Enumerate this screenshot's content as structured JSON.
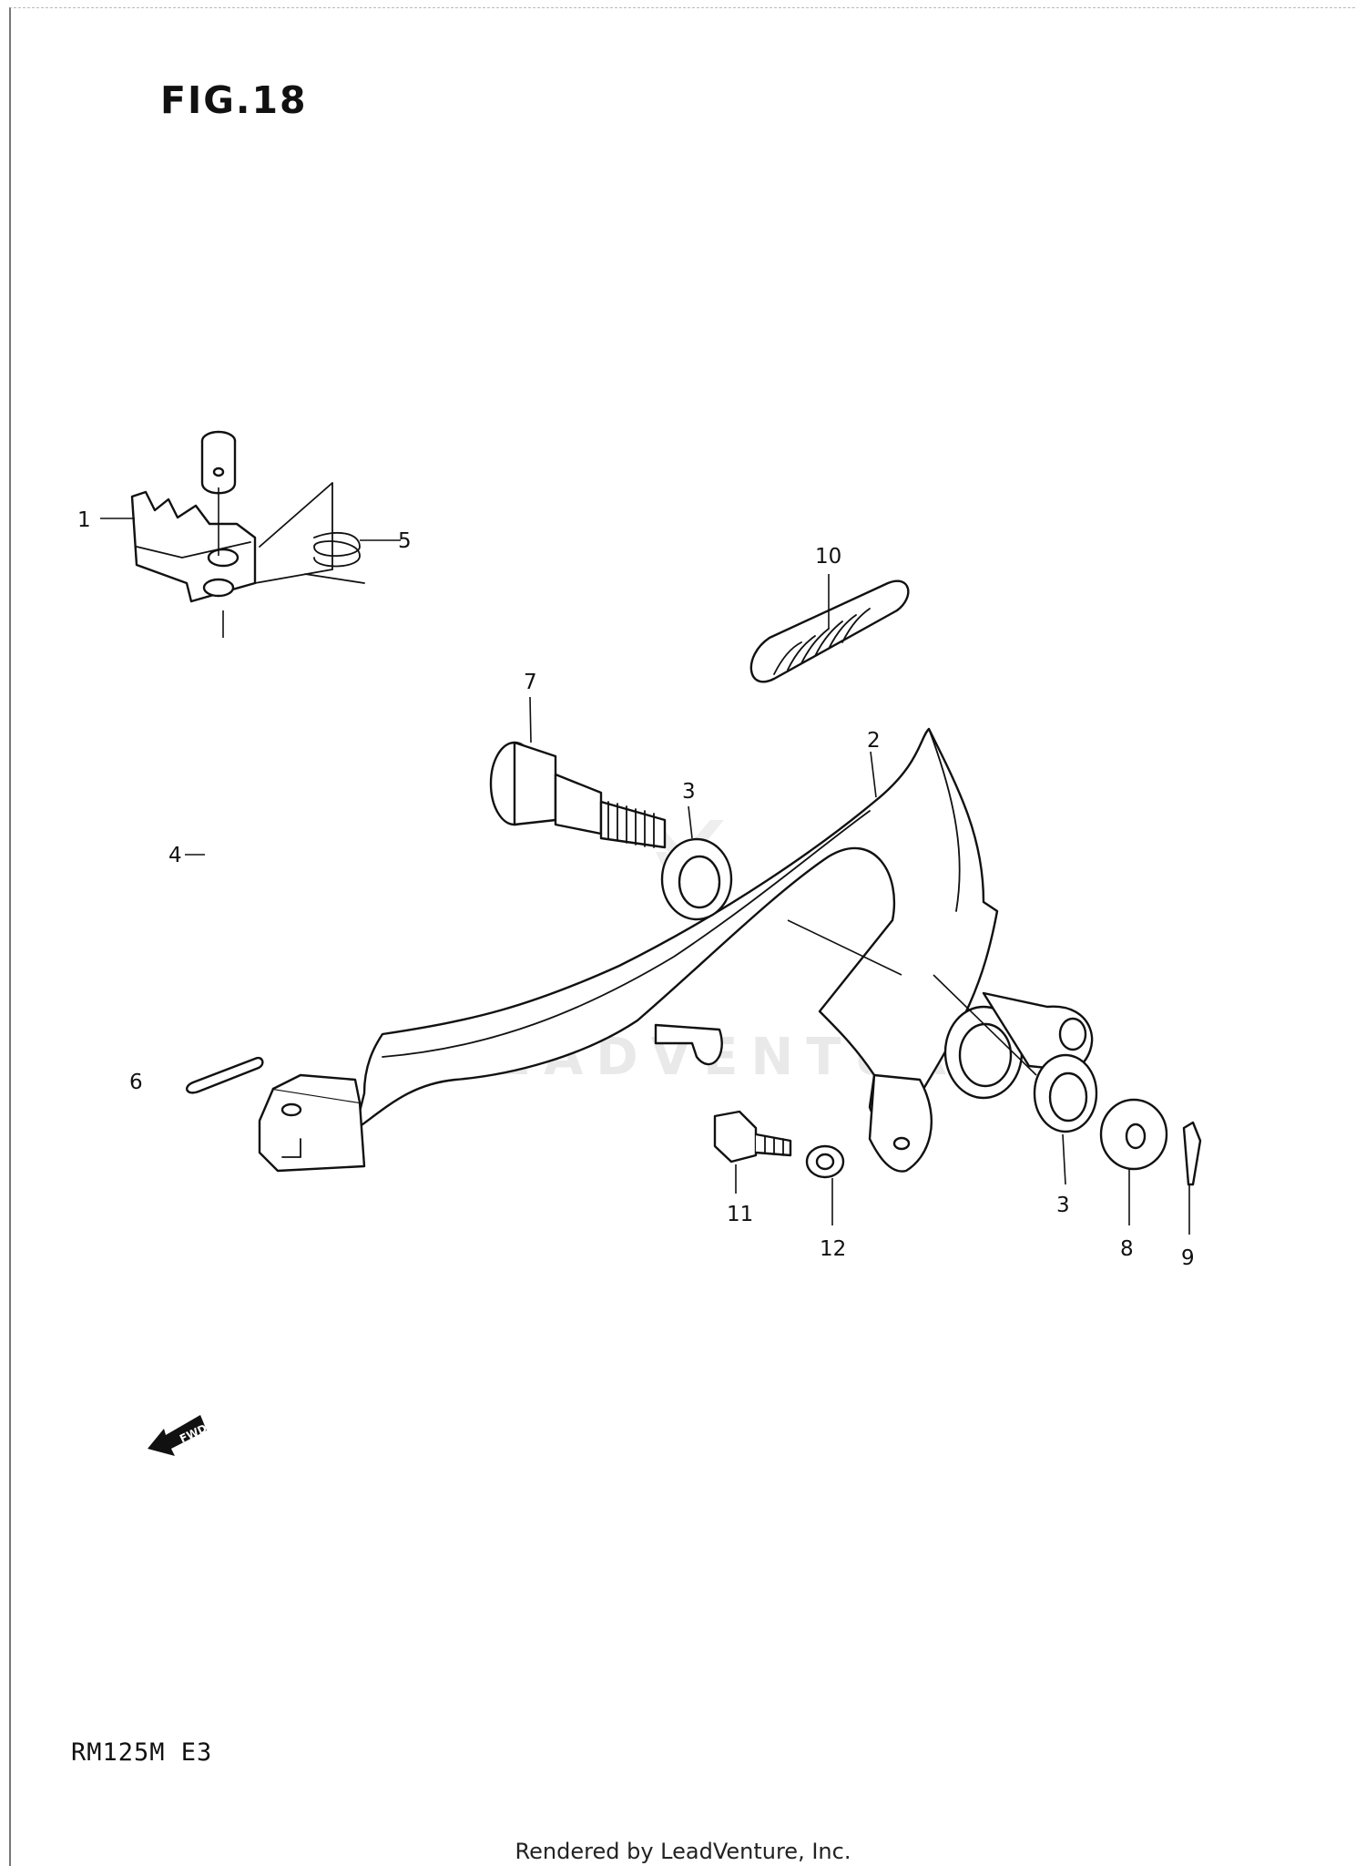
{
  "figure": {
    "title": "FIG.18",
    "model": "RM125M E3"
  },
  "watermark": "LEADVENTURE",
  "footer": "Rendered by LeadVenture, Inc.",
  "fwd_label": "FWD",
  "callouts": [
    {
      "id": "c1",
      "label": "1"
    },
    {
      "id": "c2",
      "label": "2"
    },
    {
      "id": "c3a",
      "label": "3"
    },
    {
      "id": "c3b",
      "label": "3"
    },
    {
      "id": "c4",
      "label": "4"
    },
    {
      "id": "c5",
      "label": "5"
    },
    {
      "id": "c6",
      "label": "6"
    },
    {
      "id": "c7",
      "label": "7"
    },
    {
      "id": "c8",
      "label": "8"
    },
    {
      "id": "c9",
      "label": "9"
    },
    {
      "id": "c10",
      "label": "10"
    },
    {
      "id": "c11",
      "label": "11"
    },
    {
      "id": "c12",
      "label": "12"
    }
  ]
}
